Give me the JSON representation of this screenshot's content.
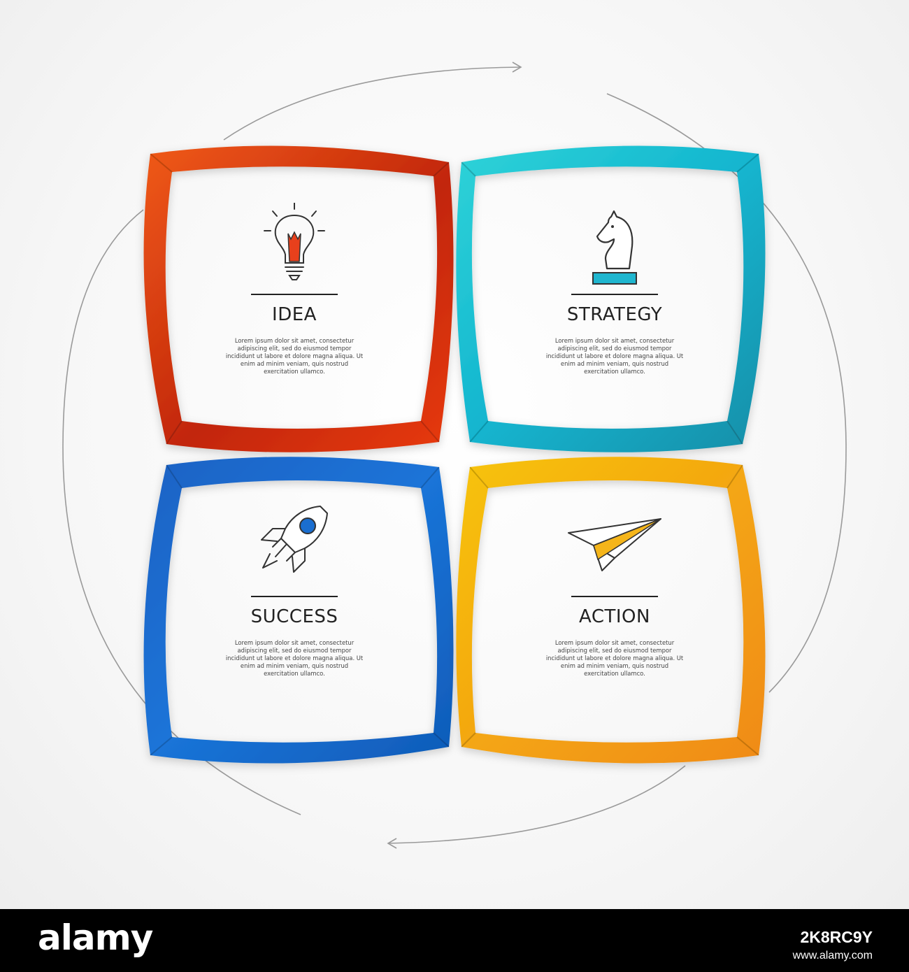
{
  "cards": [
    {
      "id": "idea",
      "title": "IDEA",
      "icon": "lightbulb-icon",
      "color": "#e84a17",
      "description": "Lorem ipsum dolor sit amet, consectetur adipiscing elit, sed do eiusmod tempor incididunt ut labore et dolore magna aliqua. Ut enim ad minim veniam, quis nostrud exercitation ullamco."
    },
    {
      "id": "strategy",
      "title": "STRATEGY",
      "icon": "chess-knight-icon",
      "color": "#1fb6cf",
      "description": "Lorem ipsum dolor sit amet, consectetur adipiscing elit, sed do eiusmod tempor incididunt ut labore et dolore magna aliqua. Ut enim ad minim veniam, quis nostrud exercitation ullamco."
    },
    {
      "id": "success",
      "title": "SUCCESS",
      "icon": "rocket-icon",
      "color": "#1a6ed0",
      "description": "Lorem ipsum dolor sit amet, consectetur adipiscing elit, sed do eiusmod tempor incididunt ut labore et dolore magna aliqua. Ut enim ad minim veniam, quis nostrud exercitation ullamco."
    },
    {
      "id": "action",
      "title": "ACTION",
      "icon": "paper-plane-icon",
      "color": "#f5a50f",
      "description": "Lorem ipsum dolor sit amet, consectetur adipiscing elit, sed do eiusmod tempor incididunt ut labore et dolore magna aliqua. Ut enim ad minim veniam, quis nostrud exercitation ullamco."
    }
  ],
  "watermark": {
    "logo": "alamy",
    "image_id": "2K8RC9Y",
    "url": "www.alamy.com"
  }
}
